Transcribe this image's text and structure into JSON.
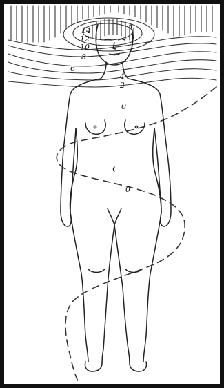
{
  "figure": {
    "contour_labels": {
      "c14": "14",
      "c12": "12",
      "c10": "10",
      "c8": "8",
      "c6": "6",
      "c4": "4",
      "c2": "2",
      "c0_chest": "0",
      "c0_waist": "0"
    },
    "colors": {
      "ink": "#222222",
      "frame": "#111111",
      "background": "#ffffff"
    }
  }
}
